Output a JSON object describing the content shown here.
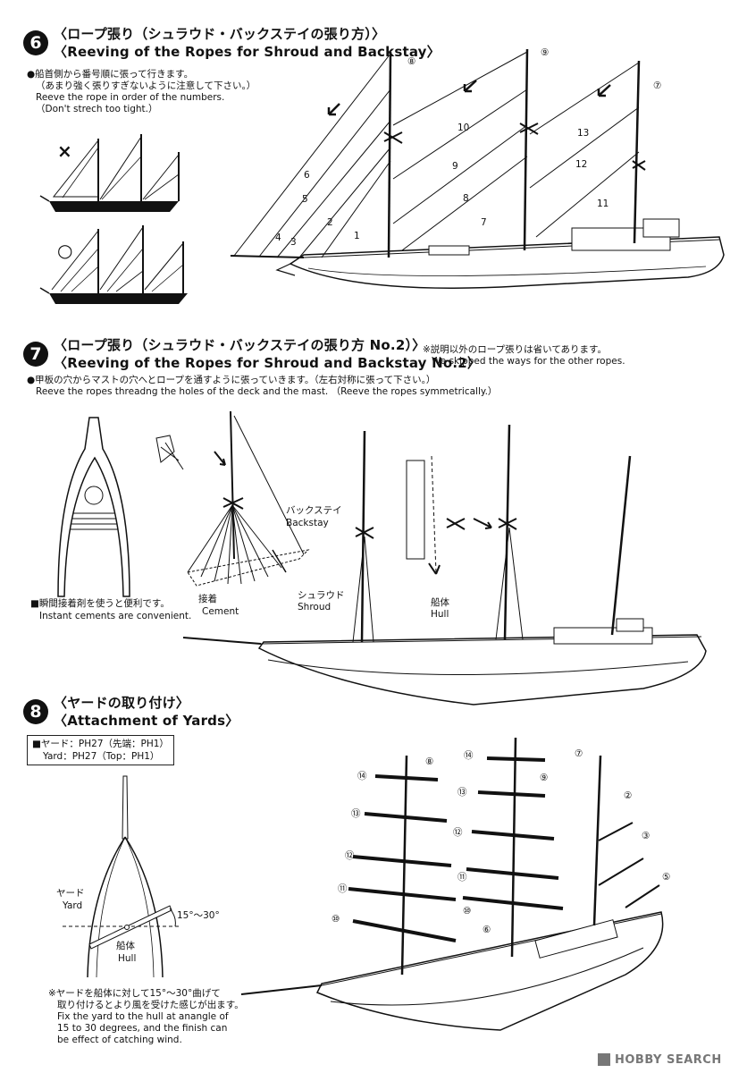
{
  "step6": {
    "number": "6",
    "title_jp": "〈ロープ張り（シュラウド・バックステイの張り方）〉",
    "title_en": "〈Reeving of the Ropes for Shroud and Backstay〉",
    "note_jp_1": "●船首側から番号順に張って行きます。",
    "note_jp_2": "（あまり強く張りすぎないように注意して下さい。）",
    "note_en_1": "Reeve the rope in order of the numbers.",
    "note_en_2": "（Don't strech too tight.）",
    "wrong_mark": "×",
    "right_mark": "○",
    "mast_tags": [
      "⑧",
      "⑨",
      "⑦"
    ],
    "rope_numbers": [
      "1",
      "2",
      "3",
      "4",
      "5",
      "6",
      "7",
      "8",
      "9",
      "10",
      "11",
      "12",
      "13"
    ]
  },
  "step7": {
    "number": "7",
    "title_jp": "〈ロープ張り（シュラウド・バックステイの張り方 No.2）〉",
    "title_en": "〈Reeving of the Ropes for Shroud and Backstay No.2〉",
    "side_note_jp": "※説明以外のロープ張りは省いてあります。",
    "side_note_en": "We skipped the ways for the other ropes.",
    "note_jp": "●甲板の穴からマストの穴へとロープを通すように張っていきます。（左右対称に張って下さい。）",
    "note_en": "Reeve the ropes threadng the holes of the deck and the mast. （Reeve the ropes symmetrically.）",
    "cement_tip_jp": "■瞬間接着剤を使うと便利です。",
    "cement_tip_en": "Instant cements are convenient.",
    "backstay_jp": "バックステイ",
    "backstay_en": "Backstay",
    "cement_jp": "接着",
    "cement_en": "Cement",
    "shroud_jp": "シュラウド",
    "shroud_en": "Shroud",
    "hull_jp": "船体",
    "hull_en": "Hull"
  },
  "step8": {
    "number": "8",
    "title_jp": "〈ヤードの取り付け〉",
    "title_en": "〈Attachment of Yards〉",
    "parts_line_1": "■ヤード：PH27（先端：PH1）",
    "parts_line_2": "Yard：PH27（Top：PH1）",
    "yard_jp": "ヤード",
    "yard_en": "Yard",
    "angle": "15°～30°",
    "hull_jp": "船体",
    "hull_en": "Hull",
    "note_jp_1": "※ヤードを船体に対して15°～30°曲げて",
    "note_jp_2": "取り付けるとより風を受けた感じが出ます。",
    "note_en_1": "Fix the yard to the hull at anangle of",
    "note_en_2": "15 to 30 degrees, and the finish can",
    "note_en_3": "be effect of catching wind.",
    "callouts": [
      "⑭",
      "⑬",
      "⑫",
      "⑪",
      "⑩",
      "⑧",
      "⑭",
      "⑬",
      "⑫",
      "⑪",
      "⑩",
      "⑨",
      "⑦",
      "②",
      "③",
      "⑤",
      "⑥"
    ]
  },
  "watermark": "HOBBY SEARCH"
}
